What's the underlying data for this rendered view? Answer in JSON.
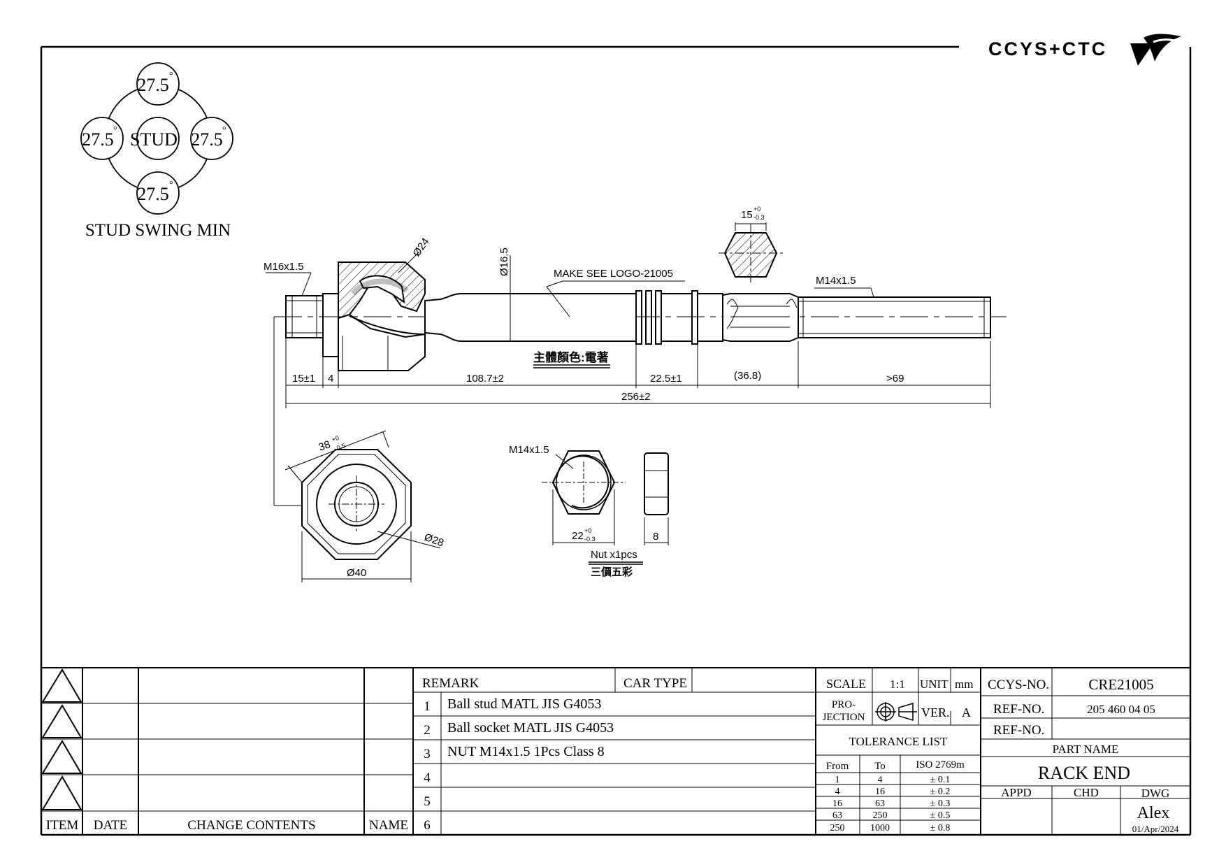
{
  "brand": {
    "logo_text": "CCYS+CTC"
  },
  "swing": {
    "top": "27.5",
    "left": "27.5",
    "right": "27.5",
    "bottom": "27.5",
    "degree_mark": "°",
    "center": "STUD",
    "caption": "STUD SWING MIN"
  },
  "dims": {
    "thread_left": "M16x1.5",
    "ball_dia": "Ø24",
    "rod_dia": "Ø16.5",
    "logo_note": "MAKE SEE LOGO-21005",
    "hex_width_main": "15",
    "hex_width_tol_up": "+0",
    "hex_width_tol_dn": "-0.3",
    "thread_right": "M14x1.5",
    "color_note": "主體顏色:電著",
    "d_15": "15±1",
    "d_4": "4",
    "d_108": "108.7±2",
    "d_22": "22.5±1",
    "d_36": "(36.8)",
    "d_69": ">69",
    "d_256": "256±2",
    "oct_main": "38",
    "oct_tol_up": "+0",
    "oct_tol_dn": "-0.5",
    "d_28": "Ø28",
    "d_40": "Ø40",
    "nut_thread": "M14x1.5",
    "nut_width_main": "22",
    "nut_width_tol_up": "+0",
    "nut_width_tol_dn": "-0.3",
    "nut_thick": "8",
    "nut_note": "Nut x1pcs",
    "nut_finish": "三價五彩"
  },
  "revisions": {
    "headers": {
      "item": "ITEM",
      "date": "DATE",
      "change": "CHANGE CONTENTS",
      "name": "NAME"
    }
  },
  "remarks": {
    "header": "REMARK",
    "car_type_label": "CAR TYPE",
    "car_type_value": "",
    "rows": [
      {
        "no": "1",
        "text": "Ball stud MATL JIS G4053"
      },
      {
        "no": "2",
        "text": "Ball socket MATL JIS G4053"
      },
      {
        "no": "3",
        "text": "NUT M14x1.5 1Pcs Class 8"
      },
      {
        "no": "4",
        "text": ""
      },
      {
        "no": "5",
        "text": ""
      },
      {
        "no": "6",
        "text": ""
      }
    ]
  },
  "spec": {
    "scale_label": "SCALE",
    "scale_value": "1:1",
    "unit_label": "UNIT",
    "unit_value": "mm",
    "projection_label_1": "PRO-",
    "projection_label_2": "JECTION",
    "ver_label": "VER.",
    "ver_value": "A",
    "tolerance_title": "TOLERANCE LIST",
    "tol_headers": {
      "from": "From",
      "to": "To",
      "iso": "ISO 2769m"
    },
    "tol_rows": [
      {
        "from": "1",
        "to": "4",
        "tol": "± 0.1"
      },
      {
        "from": "4",
        "to": "16",
        "tol": "± 0.2"
      },
      {
        "from": "16",
        "to": "63",
        "tol": "± 0.3"
      },
      {
        "from": "63",
        "to": "250",
        "tol": "± 0.5"
      },
      {
        "from": "250",
        "to": "1000",
        "tol": "± 0.8"
      }
    ]
  },
  "title_block": {
    "ccys_label": "CCYS-NO.",
    "ccys_value": "CRE21005",
    "ref1_label": "REF-NO.",
    "ref1_value": "205 460 04 05",
    "ref2_label": "REF-NO.",
    "ref2_value": "",
    "part_name_label": "PART NAME",
    "part_name_value": "RACK END",
    "appd_label": "APPD",
    "chd_label": "CHD",
    "dwg_label": "DWG",
    "dwg_name": "Alex",
    "dwg_date": "01/Apr/2024"
  }
}
